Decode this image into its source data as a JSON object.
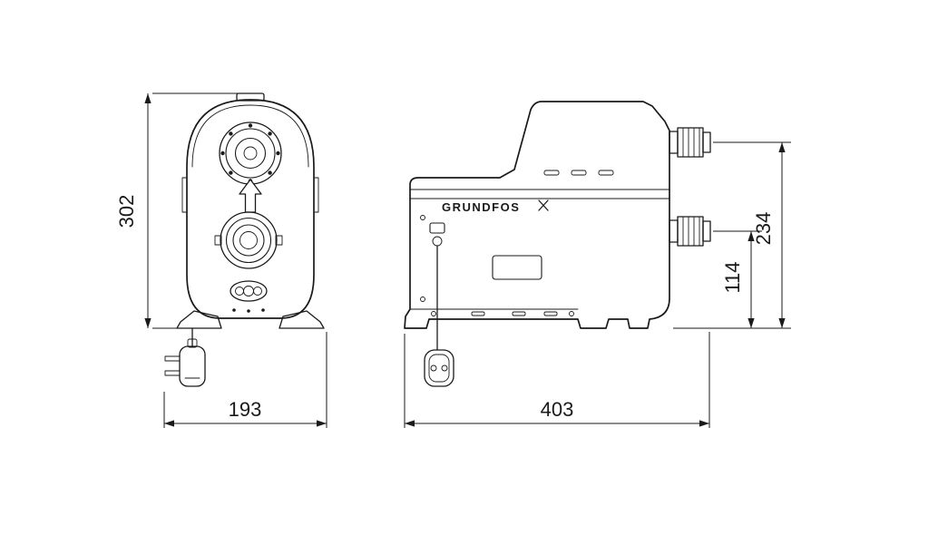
{
  "drawing": {
    "brand": "GRUNDFOS",
    "dimensions": {
      "height": "302",
      "width": "193",
      "length": "403",
      "outlet_height_total": "234",
      "outlet_height_lower": "114"
    }
  }
}
